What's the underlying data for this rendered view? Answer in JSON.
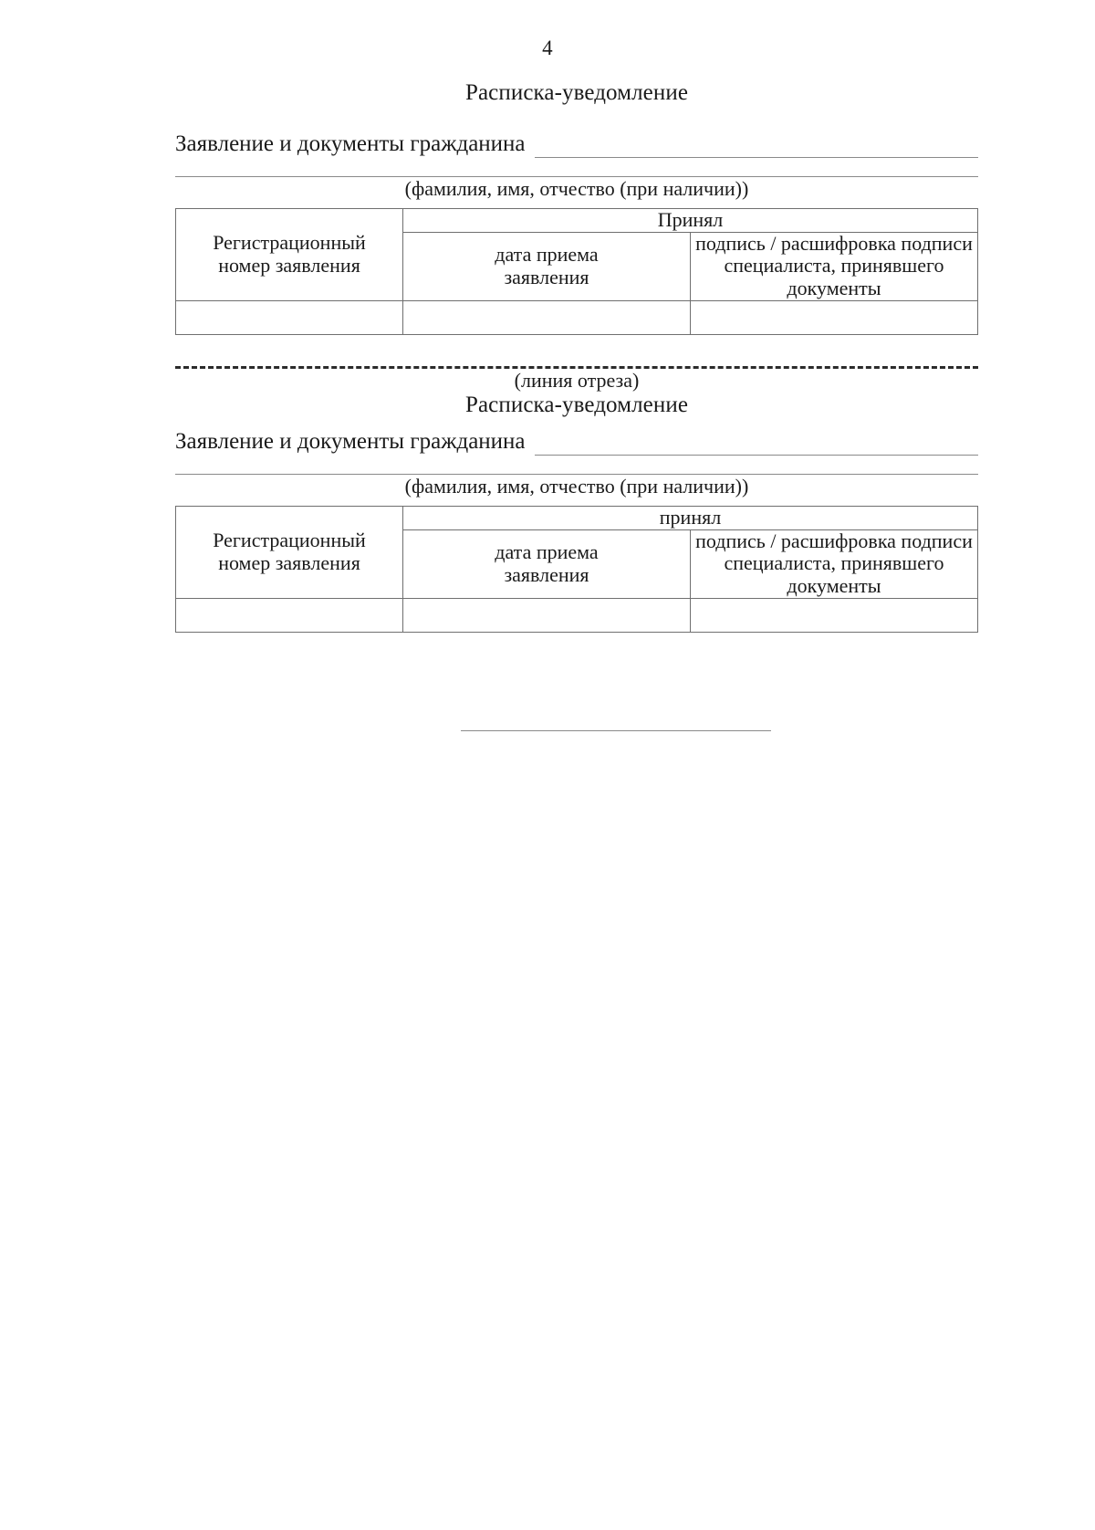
{
  "document": {
    "page_number": "4"
  },
  "sections": [
    {
      "title": "Расписка-уведомление",
      "applicant_label": "Заявление и документы гражданина",
      "name_caption": "(фамилия, имя, отчество (при наличии))",
      "table": {
        "col_regnum_header": "Регистрационный\nномер заявления",
        "col_regnum_header_line1": "Регистрационный",
        "col_regnum_header_line2": "номер заявления",
        "accepted_header": "Принял",
        "col_date_header_line1": "дата приема",
        "col_date_header_line2": "заявления",
        "col_signature_header_line1": "подпись / расшифровка подписи",
        "col_signature_header_line2": "специалиста, принявшего документы",
        "row_values": [
          "",
          "",
          ""
        ]
      }
    },
    {
      "title": "Расписка-уведомление",
      "applicant_label": "Заявление и документы гражданина",
      "name_caption": "(фамилия, имя, отчество (при наличии))",
      "table": {
        "col_regnum_header_line1": "Регистрационный",
        "col_regnum_header_line2": "номер заявления",
        "accepted_header": "принял",
        "col_date_header_line1": "дата приема",
        "col_date_header_line2": "заявления",
        "col_signature_header_line1": "подпись / расшифровка подписи",
        "col_signature_header_line2": "специалиста, принявшего документы",
        "row_values": [
          "",
          "",
          ""
        ]
      }
    }
  ],
  "cut_line": {
    "caption": "(линия отреза)"
  }
}
